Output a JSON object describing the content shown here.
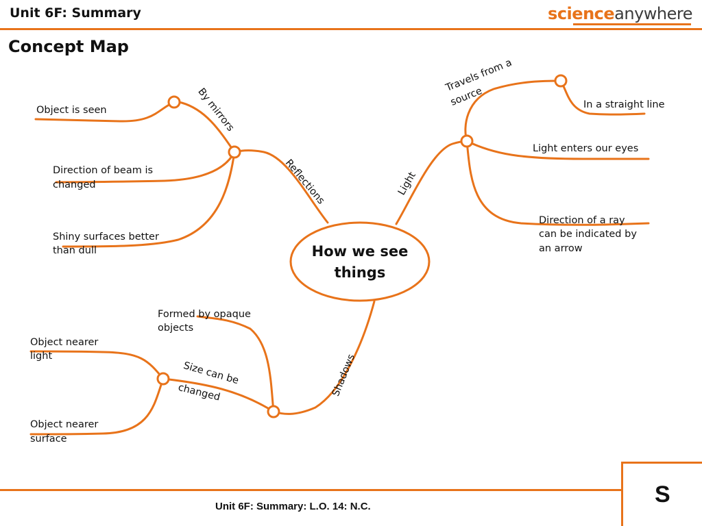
{
  "header": {
    "title": "Unit 6F: Summary",
    "logo_part1": "science",
    "logo_part2": "anywhere"
  },
  "page_title": "Concept Map",
  "concept_map": {
    "center": "How we see\nthings",
    "branches": {
      "reflections": "Reflections",
      "by_mirrors": "By mirrors",
      "light": "Light",
      "travels_from_source_1": "Travels from a",
      "travels_from_source_2": "source",
      "shadows": "Shadows",
      "size_can_be_1": "Size can be",
      "size_can_be_2": "changed"
    },
    "leaves": {
      "object_is_seen": "Object is seen",
      "direction_of_beam_1": "Direction of beam is",
      "direction_of_beam_2": "changed",
      "shiny_surfaces_1": "Shiny surfaces better",
      "shiny_surfaces_2": "than dull",
      "in_straight_line": "In a straight line",
      "light_enters_eyes": "Light enters our eyes",
      "direction_of_ray_1": "Direction of a ray",
      "direction_of_ray_2": "can be indicated by",
      "direction_of_ray_3": "an arrow",
      "formed_by_opaque_1": "Formed by opaque",
      "formed_by_opaque_2": "objects",
      "object_nearer_light_1": "Object nearer",
      "object_nearer_light_2": "light",
      "object_nearer_surface_1": "Object nearer",
      "object_nearer_surface_2": "surface"
    }
  },
  "footer": {
    "text": "Unit 6F: Summary: L.O. 14: N.C.",
    "corner_letter": "S"
  },
  "colors": {
    "accent": "#e8731a",
    "text": "#111111"
  }
}
